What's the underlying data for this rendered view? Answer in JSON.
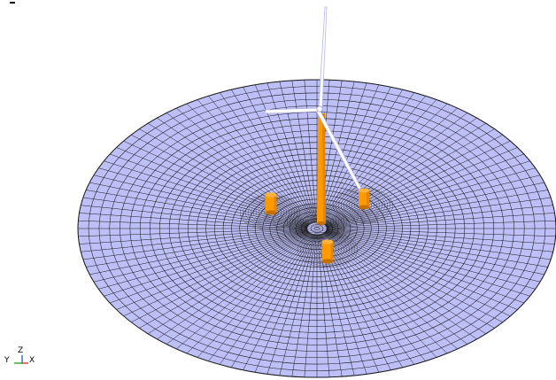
{
  "viewport": {
    "top_left_mark": "-",
    "mesh_fill_color": "#bdbff7",
    "mesh_line_color": "#1a1a1a",
    "structure_color": "#ff9900",
    "rotor_color": "#ffffff",
    "background_color": "#ffffff"
  },
  "axis_triad": {
    "y_label": "Y",
    "z_label": "Z",
    "x_label": "X",
    "x_color": "#e03030",
    "y_color": "#30a030",
    "z_color": "#3060e0"
  }
}
